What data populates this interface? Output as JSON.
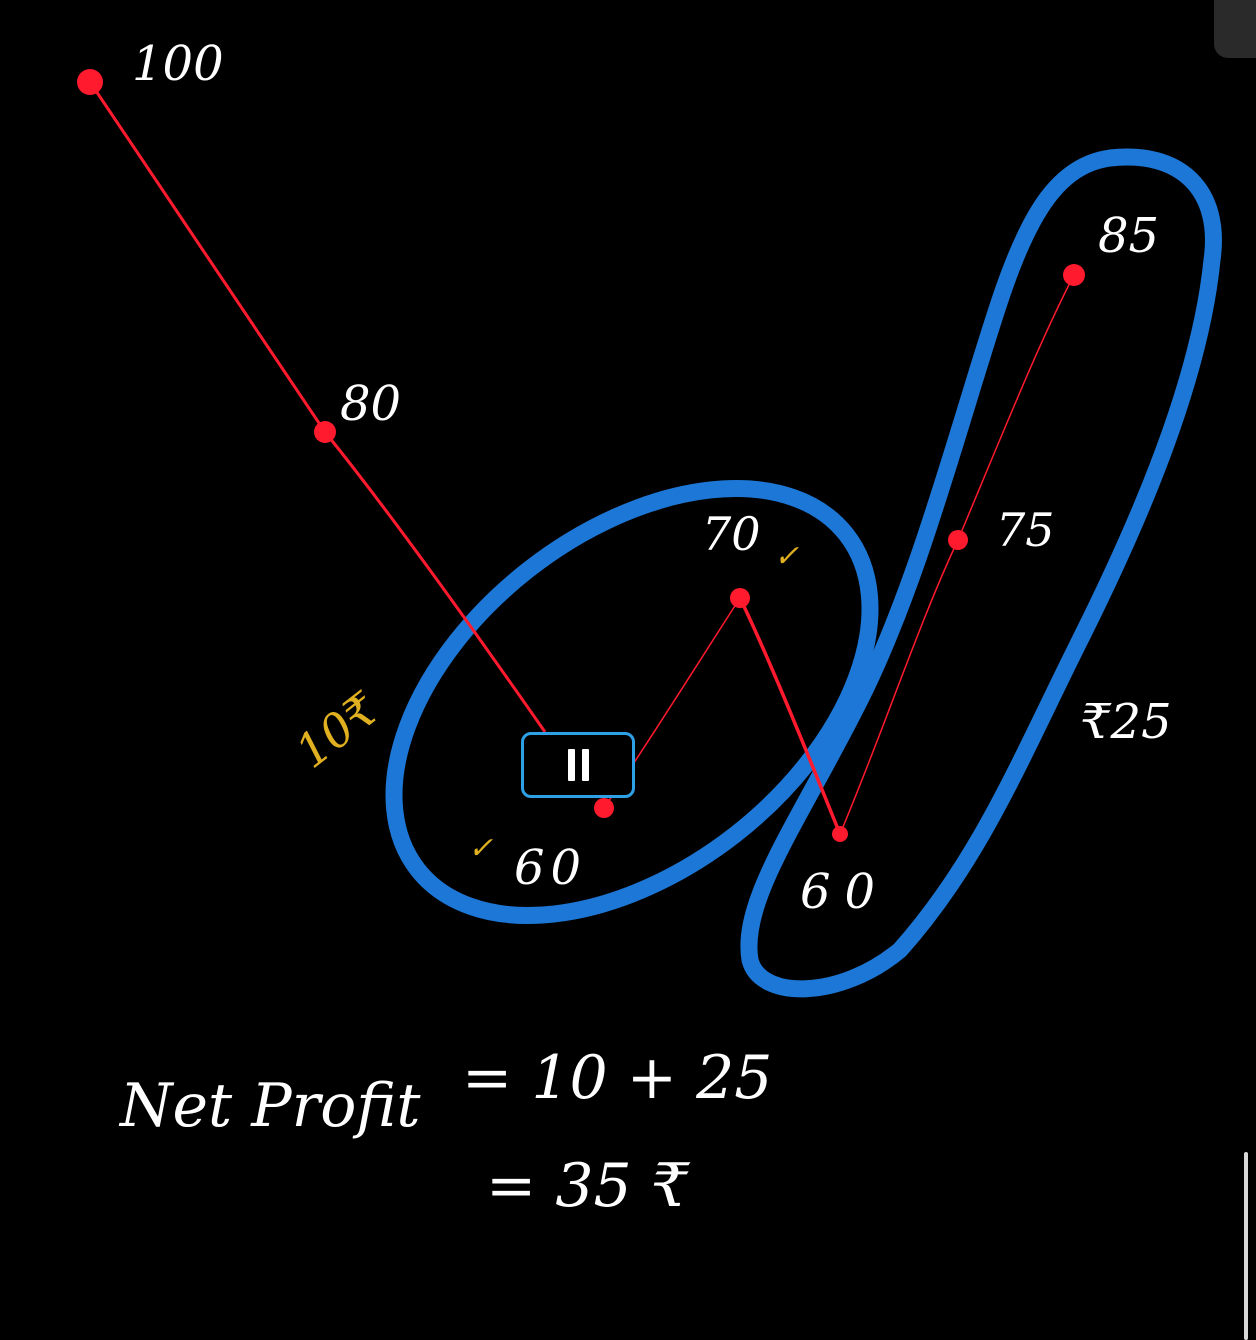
{
  "colors": {
    "background": "#000000",
    "path": "#ff1a2e",
    "highlight": "#1d77d6",
    "ink": "#ffffff",
    "marker": "#e0b020",
    "pause_border": "#2ea0e6"
  },
  "points": {
    "p100": "100",
    "p80": "80",
    "p60a": "60",
    "p70": "70",
    "p60b": "60",
    "p75": "75",
    "p85": "85"
  },
  "annotations": {
    "profit_left": "10₹",
    "profit_right": "₹25",
    "check_a": "✓",
    "check_b": "✓"
  },
  "equation": {
    "line1_label": "Net Profit",
    "line1_value": "= 10 + 25",
    "line2_value": "= 35 ₹"
  },
  "controls": {
    "pause_icon": "pause-icon"
  }
}
